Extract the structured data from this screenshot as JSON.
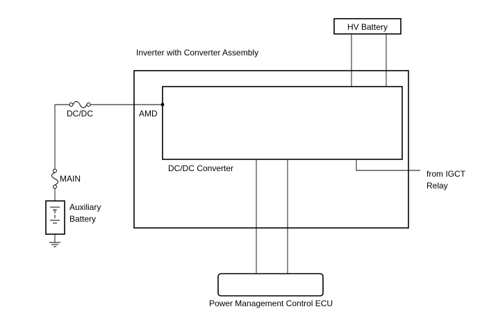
{
  "labels": {
    "hv_battery": "HV Battery",
    "inverter_assembly": "Inverter with Converter Assembly",
    "dcdc_fuse": "DC/DC",
    "amd_terminal": "AMD",
    "dcdc_converter": "DC/DC Converter",
    "main_fuse": "MAIN",
    "auxiliary_battery_line1": "Auxiliary",
    "auxiliary_battery_line2": "Battery",
    "igct_relay_line1": "from IGCT",
    "igct_relay_line2": "Relay",
    "power_management_ecu": "Power Management Control ECU"
  }
}
